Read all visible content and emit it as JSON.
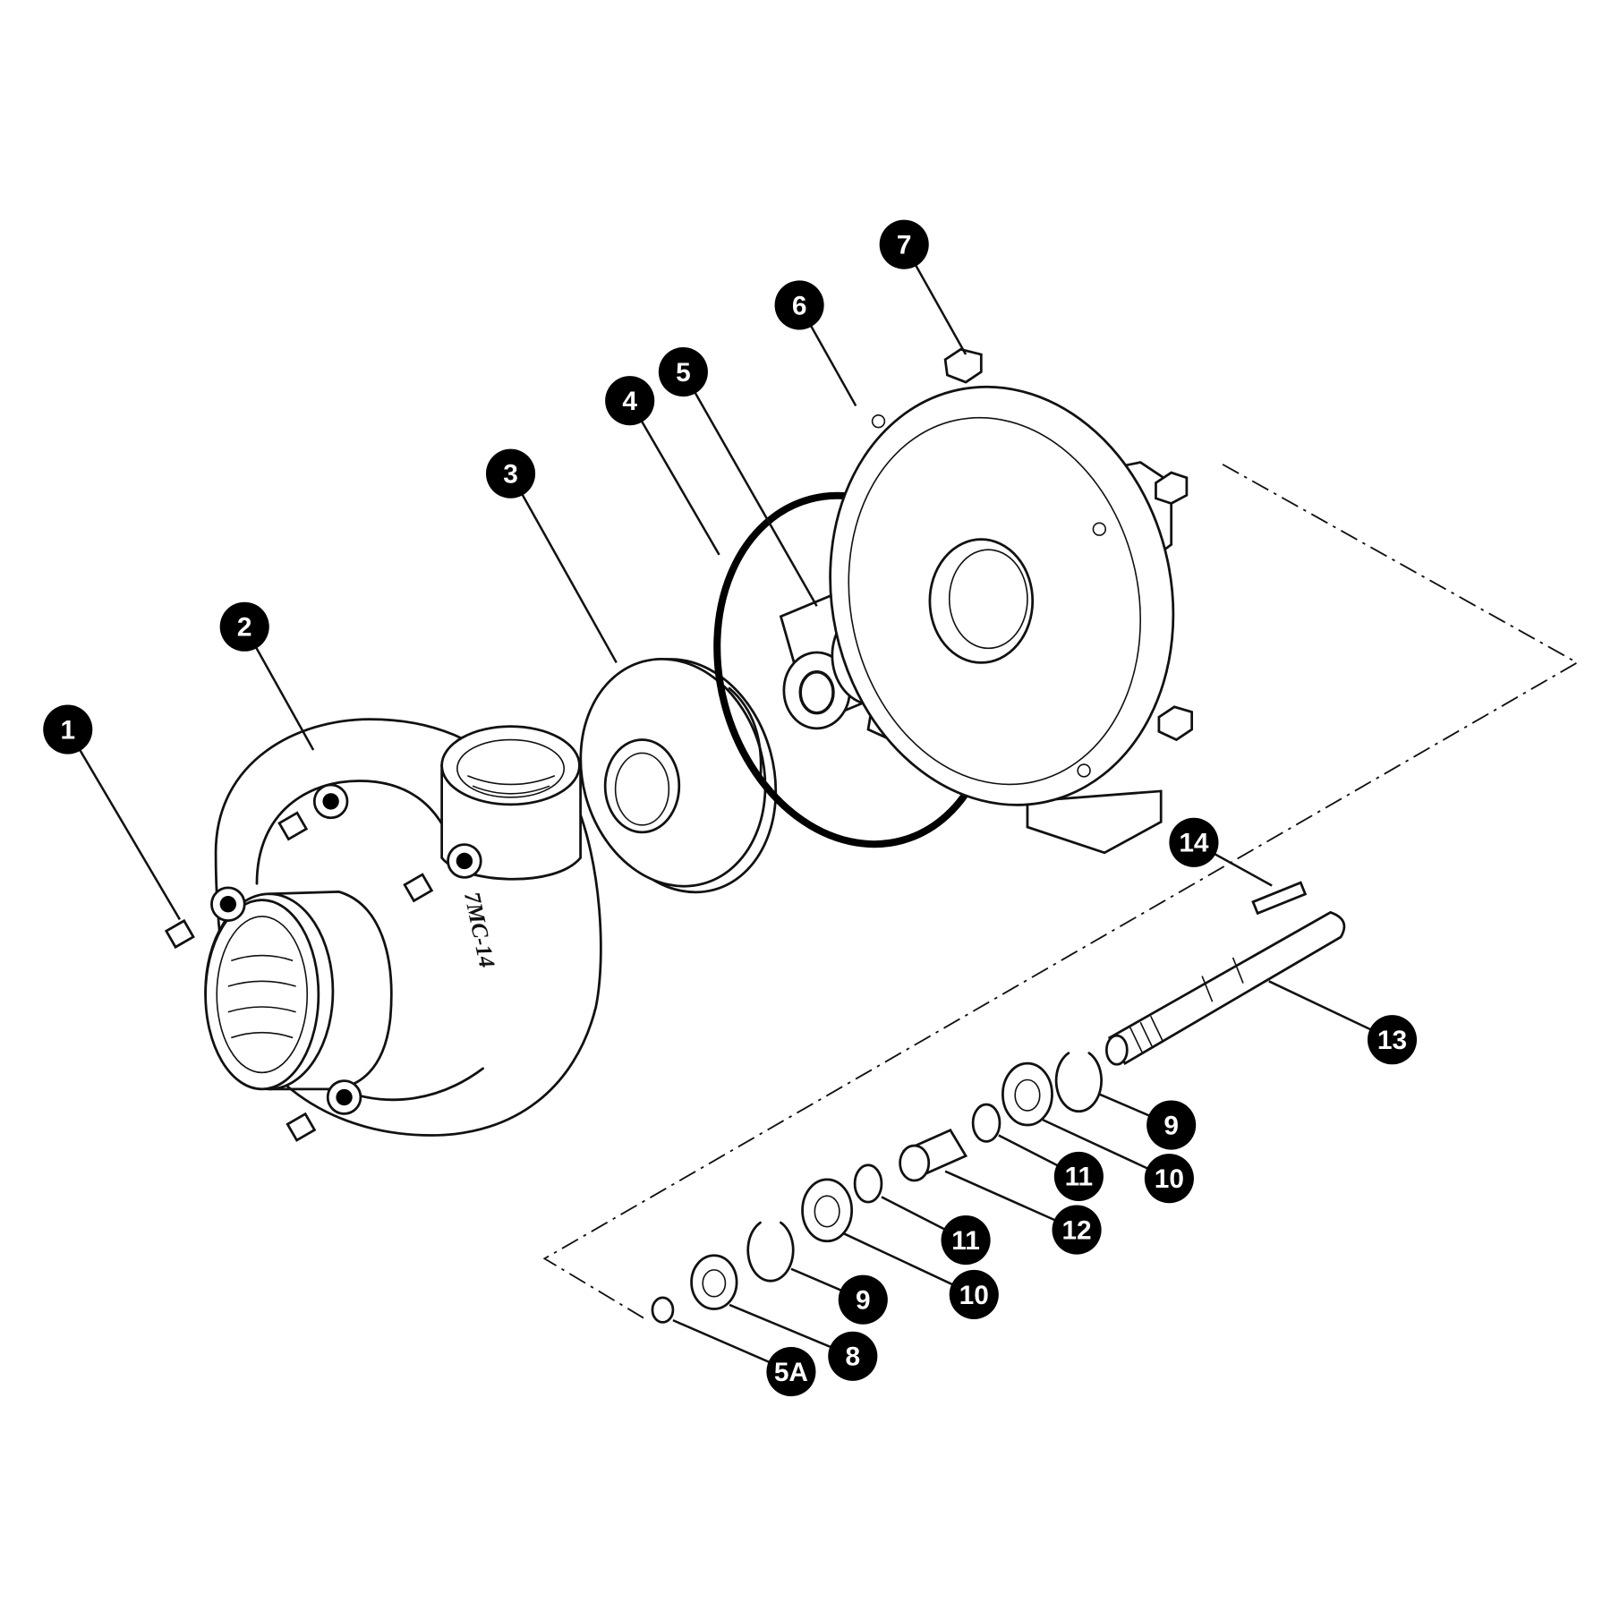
{
  "diagram": {
    "casing_marking": "7MC-14",
    "callouts": [
      {
        "label": "1",
        "part": "casing-bolt"
      },
      {
        "label": "2",
        "part": "pump-casing"
      },
      {
        "label": "3",
        "part": "impeller"
      },
      {
        "label": "4",
        "part": "o-ring"
      },
      {
        "label": "5",
        "part": "mechanical-seal"
      },
      {
        "label": "6",
        "part": "bracket-adapter"
      },
      {
        "label": "7",
        "part": "bracket-bolt"
      },
      {
        "label": "14",
        "part": "shaft-key"
      },
      {
        "label": "13",
        "part": "shaft"
      },
      {
        "label": "9",
        "part": "retaining-ring"
      },
      {
        "label": "10",
        "part": "bearing"
      },
      {
        "label": "11",
        "part": "snap-ring"
      },
      {
        "label": "12",
        "part": "spacer"
      },
      {
        "label": "11",
        "part": "snap-ring"
      },
      {
        "label": "10",
        "part": "bearing"
      },
      {
        "label": "9",
        "part": "retaining-ring"
      },
      {
        "label": "8",
        "part": "washer"
      },
      {
        "label": "5A",
        "part": "slinger-ring"
      }
    ]
  }
}
